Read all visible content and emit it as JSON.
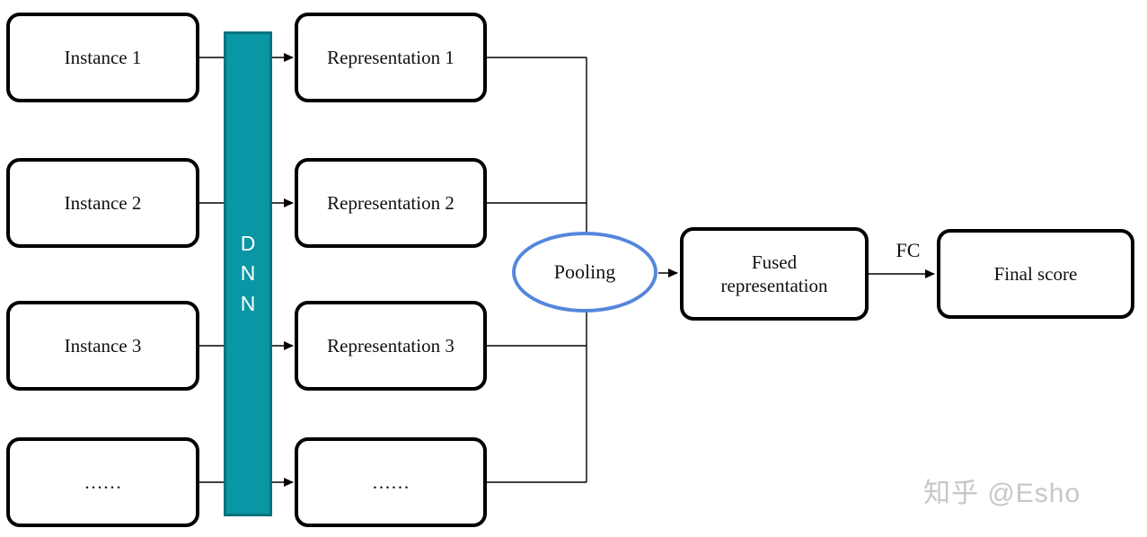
{
  "diagram": {
    "instances": [
      {
        "label": "Instance 1"
      },
      {
        "label": "Instance 2"
      },
      {
        "label": "Instance 3"
      },
      {
        "label": "……"
      }
    ],
    "dnn_bar": {
      "label": "D\nN\nN",
      "meaning": "DNN"
    },
    "representations": [
      {
        "label": "Representation 1"
      },
      {
        "label": "Representation 2"
      },
      {
        "label": "Representation 3"
      },
      {
        "label": "……"
      }
    ],
    "pooling": {
      "label": "Pooling"
    },
    "fused": {
      "label": "Fused\nrepresentation"
    },
    "fc_edge": {
      "label": "FC"
    },
    "final": {
      "label": "Final score"
    }
  },
  "watermark": {
    "text": "知乎 @Esho"
  },
  "colors": {
    "dnn_bar_fill": "#0996A5",
    "dnn_bar_edge": "#0B7280",
    "pooling_ellipse_stroke": "#5586DC",
    "box_border": "#000000",
    "connector": "#000000",
    "watermark_text": "#C7C7C7",
    "background": "#FFFFFF"
  }
}
